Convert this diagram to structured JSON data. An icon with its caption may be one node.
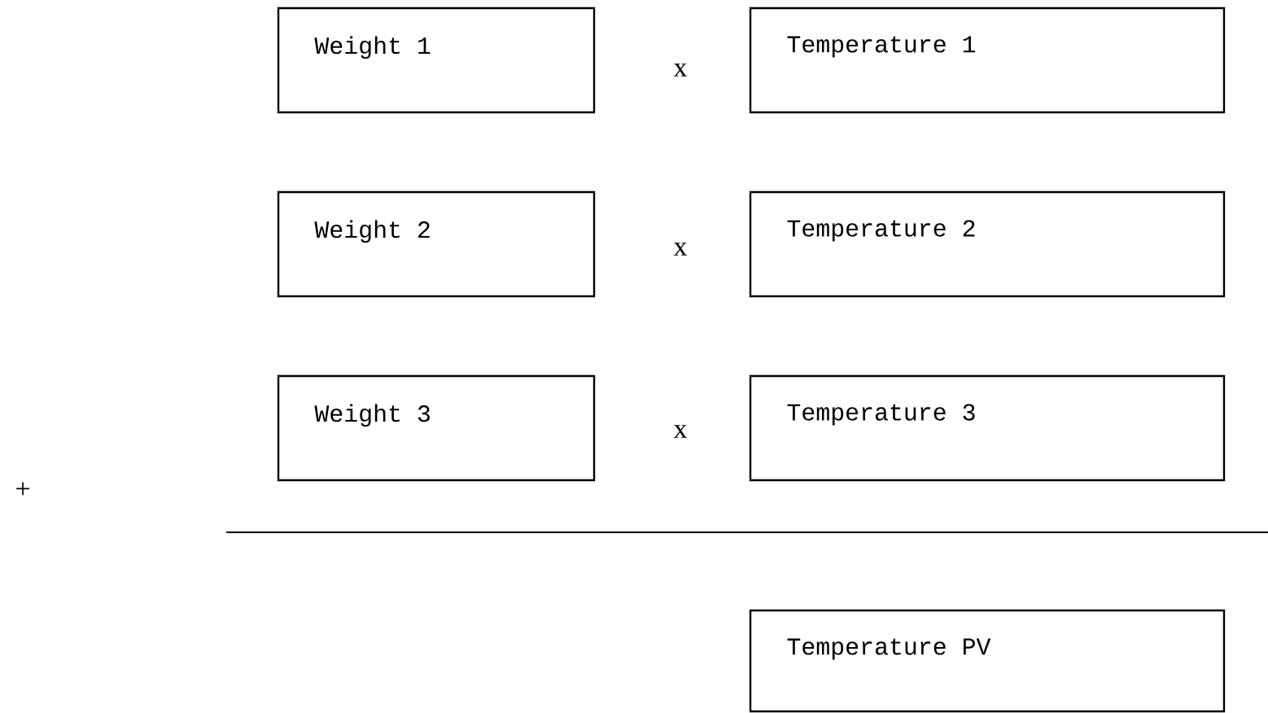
{
  "diagram": {
    "nodes": [
      {
        "text": [
          "Weight 1"
        ]
      },
      {
        "text": [
          "Temperature 1"
        ]
      },
      {
        "text": [
          "Weight 2"
        ]
      },
      {
        "text": [
          "Temperature 2"
        ]
      },
      {
        "text": [
          "Weight 3"
        ]
      },
      {
        "text": [
          "Temperature 3"
        ]
      },
      {
        "text": [
          "Temperature PV"
        ]
      }
    ],
    "labels": [
      "x",
      "x",
      "x",
      "+"
    ]
  }
}
